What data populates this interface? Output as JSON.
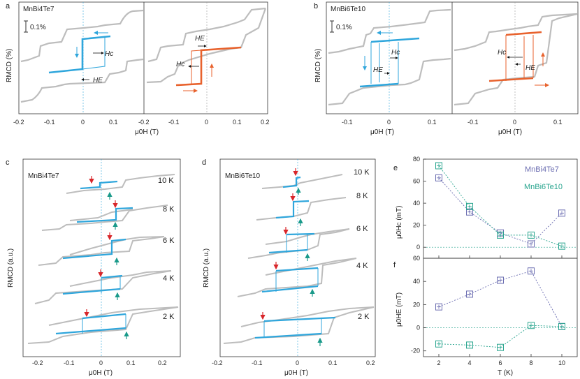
{
  "colors": {
    "gray": "#bdbdbd",
    "blue": "#2fa6dc",
    "orange": "#e8622d",
    "purple": "#6b6db1",
    "teal": "#2aa58f",
    "red_arrow": "#d8262a",
    "teal_arrow": "#1a9a8a"
  },
  "panel_labels": [
    "a",
    "b",
    "c",
    "d",
    "e",
    "f"
  ],
  "scalebar_text": "0.1%",
  "axis_labels": {
    "rmcd_pct": "RMCD (%)",
    "rmcd_au": "RMCD (a.u.)",
    "field": "μ0H (T)",
    "e_y": "μ0Hc (mT)",
    "f_y": "μ0HE (mT)",
    "temp": "T (K)"
  },
  "materials": {
    "mnbi4te7": "MnBi4Te7",
    "mnbi6te10": "MnBi6Te10"
  },
  "annotations": {
    "hc": "Hc",
    "he": "HE"
  },
  "panel_a": {
    "xticks_left": [
      "-0.2",
      "-0.1",
      "0",
      "0.1"
    ],
    "xticks_right": [
      "-0.2",
      "-0.1",
      "0",
      "0.1",
      "0.2"
    ]
  },
  "panel_b": {
    "xticks_left": [
      "-0.1",
      "0",
      "0.1"
    ],
    "xticks_right": [
      "-0.1",
      "0",
      "0.1"
    ]
  },
  "panel_c": {
    "xticks": [
      "-0.2",
      "-0.1",
      "0",
      "0.1",
      "0.2"
    ],
    "temperatures": [
      "10 K",
      "8 K",
      "6 K",
      "4 K",
      "2 K"
    ]
  },
  "panel_d": {
    "xticks": [
      "-0.2",
      "-0.1",
      "0",
      "0.1",
      "0.2"
    ],
    "temperatures": [
      "10 K",
      "8 K",
      "6 K",
      "4 K",
      "2 K"
    ]
  },
  "chart_data": [
    {
      "type": "scatter",
      "panel": "e",
      "x": [
        2,
        4,
        6,
        8,
        10
      ],
      "xlim": [
        1,
        11
      ],
      "ylim": [
        -10,
        80
      ],
      "yticks": [
        0,
        20,
        40,
        60,
        80
      ],
      "xlabel": "T (K)",
      "ylabel": "μ0Hc (mT)",
      "series": [
        {
          "name": "MnBi4Te7",
          "values": [
            63,
            32,
            13,
            3,
            31
          ]
        },
        {
          "name": "MnBi6Te10",
          "values": [
            74,
            37,
            11,
            11,
            1
          ]
        }
      ],
      "legend": "top-right"
    },
    {
      "type": "scatter",
      "panel": "f",
      "x": [
        2,
        4,
        6,
        8,
        10
      ],
      "xlim": [
        1,
        11
      ],
      "ylim": [
        -25,
        60
      ],
      "yticks": [
        -20,
        0,
        20,
        40,
        60
      ],
      "xticks": [
        2,
        4,
        6,
        8,
        10
      ],
      "xlabel": "T (K)",
      "ylabel": "μ0HE (mT)",
      "series": [
        {
          "name": "MnBi4Te7",
          "values": [
            18,
            29,
            41,
            49,
            1
          ]
        },
        {
          "name": "MnBi6Te10",
          "values": [
            -14,
            -15,
            -17,
            2,
            1
          ]
        }
      ]
    }
  ]
}
